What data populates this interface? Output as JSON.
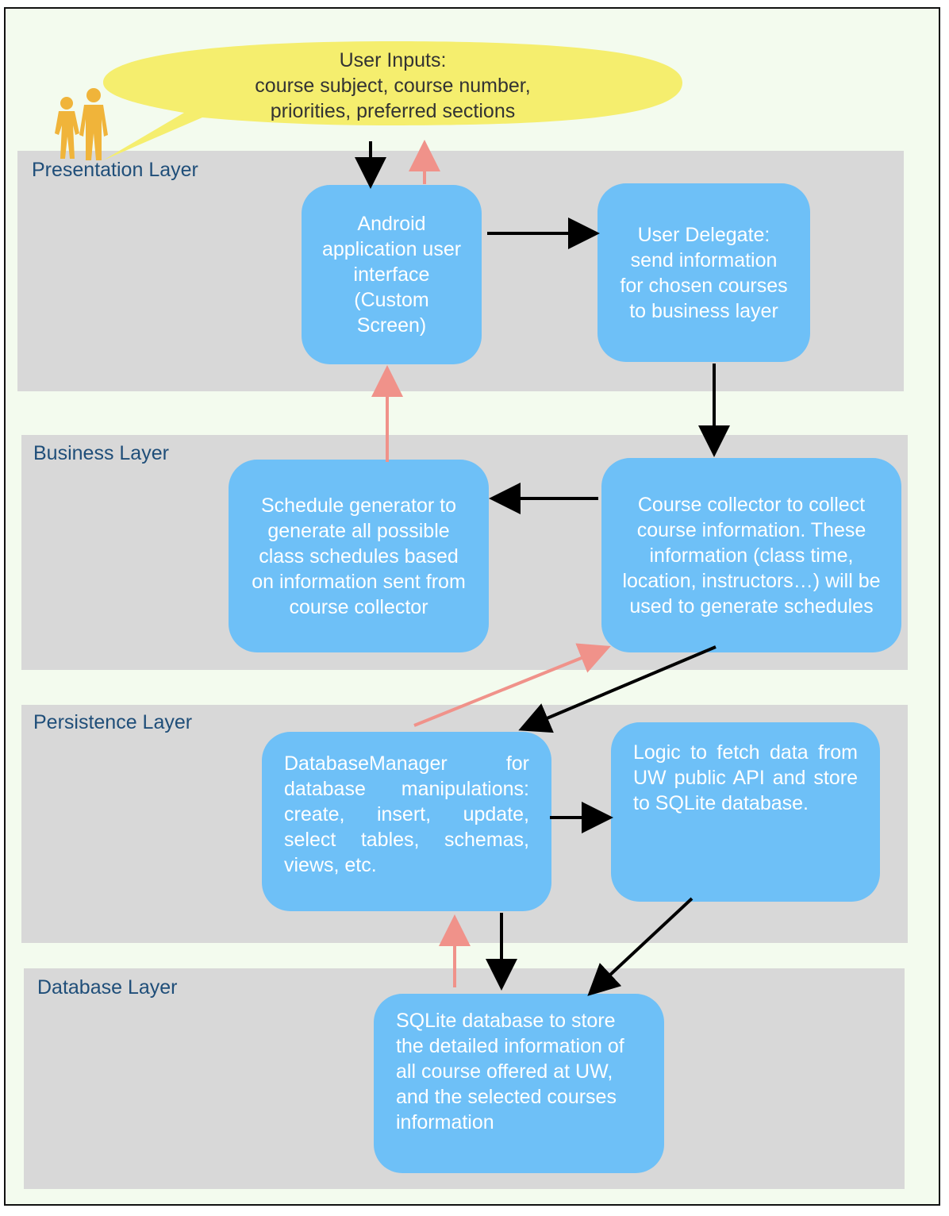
{
  "user_inputs": {
    "line1": "User Inputs:",
    "line2": "course subject, course number,",
    "line3": "priorities, preferred sections"
  },
  "layers": {
    "presentation": "Presentation Layer",
    "business": "Business Layer",
    "persistence": "Persistence Layer",
    "database": "Database Layer"
  },
  "boxes": {
    "android_ui": "Android application user interface (Custom Screen)",
    "user_delegate": "User Delegate: send information for chosen courses to business layer",
    "schedule_generator": "Schedule generator to generate all possible class schedules based on information sent from course collector",
    "course_collector": "Course collector to collect course information. These information (class time, location, instructors…) will be used to generate schedules",
    "database_manager": "DatabaseManager for database manipulations: create, insert, update, select tables, schemas, views, etc.",
    "fetch_logic": "Logic to fetch data from UW public API and store to SQLite database.",
    "sqlite_db": "SQLite database to store the detailed information of all course offered at UW, and the selected courses information"
  },
  "colors": {
    "background": "#f3fbee",
    "layer": "#d8d8d8",
    "box": "#6ec0f7",
    "bubble": "#f5ee6e",
    "people": "#f0b43a",
    "label": "#1f4e79",
    "black_arrow": "#000000",
    "return_arrow": "#f0928a"
  },
  "icons": [
    "people-icon",
    "speech-bubble"
  ]
}
